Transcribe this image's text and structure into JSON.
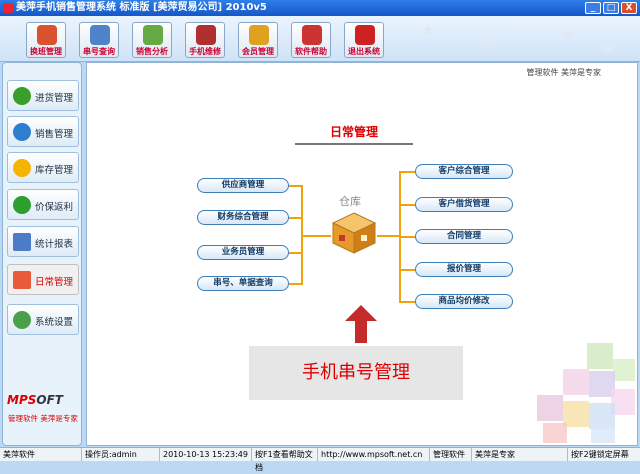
{
  "window": {
    "title": "美萍手机销售管理系统  标准版 [美萍贸易公司] 2010v5",
    "controls": [
      "_",
      "□",
      "X"
    ]
  },
  "toolbar": {
    "items": [
      {
        "label": "换班管理",
        "color": "#d9532f"
      },
      {
        "label": "串号查询",
        "color": "#4f83c9"
      },
      {
        "label": "销售分析",
        "color": "#66aa44"
      },
      {
        "label": "手机维修",
        "color": "#b03030"
      },
      {
        "label": "会员管理",
        "color": "#e0a020"
      },
      {
        "label": "软件帮助",
        "color": "#cc3333"
      },
      {
        "label": "退出系统",
        "color": "#cc2222"
      }
    ]
  },
  "sidebar": {
    "items": [
      {
        "label": "进货管理",
        "icon": "plus-icon",
        "color": "#3a9e2a"
      },
      {
        "label": "销售管理",
        "icon": "globe-icon",
        "color": "#2f7fd0"
      },
      {
        "label": "库存管理",
        "icon": "star-icon",
        "color": "#f5b400"
      },
      {
        "label": "价保返利",
        "icon": "dollar-icon",
        "color": "#2e9e2e"
      },
      {
        "label": "统计报表",
        "icon": "chart-icon",
        "color": "#4c7cc8"
      },
      {
        "label": "日常管理",
        "icon": "pencil-icon",
        "color": "#e85a3a"
      },
      {
        "label": "系统设置",
        "icon": "gear-icon",
        "color": "#4aa04a"
      }
    ],
    "logo_left": "MPS",
    "logo_right": "OFT",
    "slogan": "管理软件 美萍是专家"
  },
  "main": {
    "top_right": "管理软件 美萍是专家",
    "title": "日常管理",
    "center_label": "仓库",
    "left_buttons": [
      "供应商管理",
      "财务综合管理",
      "业务员管理",
      "串号、单据查询"
    ],
    "right_buttons": [
      "客户综合管理",
      "客户借货管理",
      "合同管理",
      "报价管理",
      "商品均价修改"
    ],
    "callout": "手机串号管理"
  },
  "status": {
    "items": [
      "美萍软件",
      "操作员:admin",
      "2010-10-13 15:23:49",
      "按F1查看帮助文档",
      "http://www.mpsoft.net.cn",
      "管理软件",
      "美萍是专家",
      "按F2键锁定屏幕"
    ]
  }
}
